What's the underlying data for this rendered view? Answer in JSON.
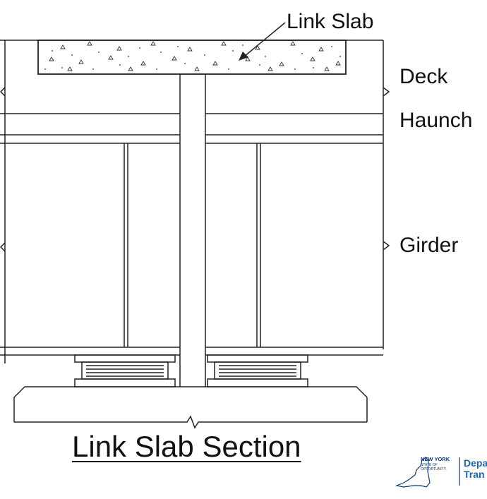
{
  "labels": {
    "link_slab": "Link Slab",
    "deck": "Deck",
    "haunch": "Haunch",
    "girder": "Girder"
  },
  "title": "Link Slab Section",
  "logo": {
    "state_name": "NEW YORK",
    "state_line1": "STATE OF",
    "state_line2": "OPPORTUNITY.",
    "department_line1": "Depa",
    "department_line2": "Tran"
  },
  "colors": {
    "line": "#222222",
    "text": "#111111",
    "logo_dark": "#0f3a6c",
    "logo_blue": "#1e66a8"
  }
}
